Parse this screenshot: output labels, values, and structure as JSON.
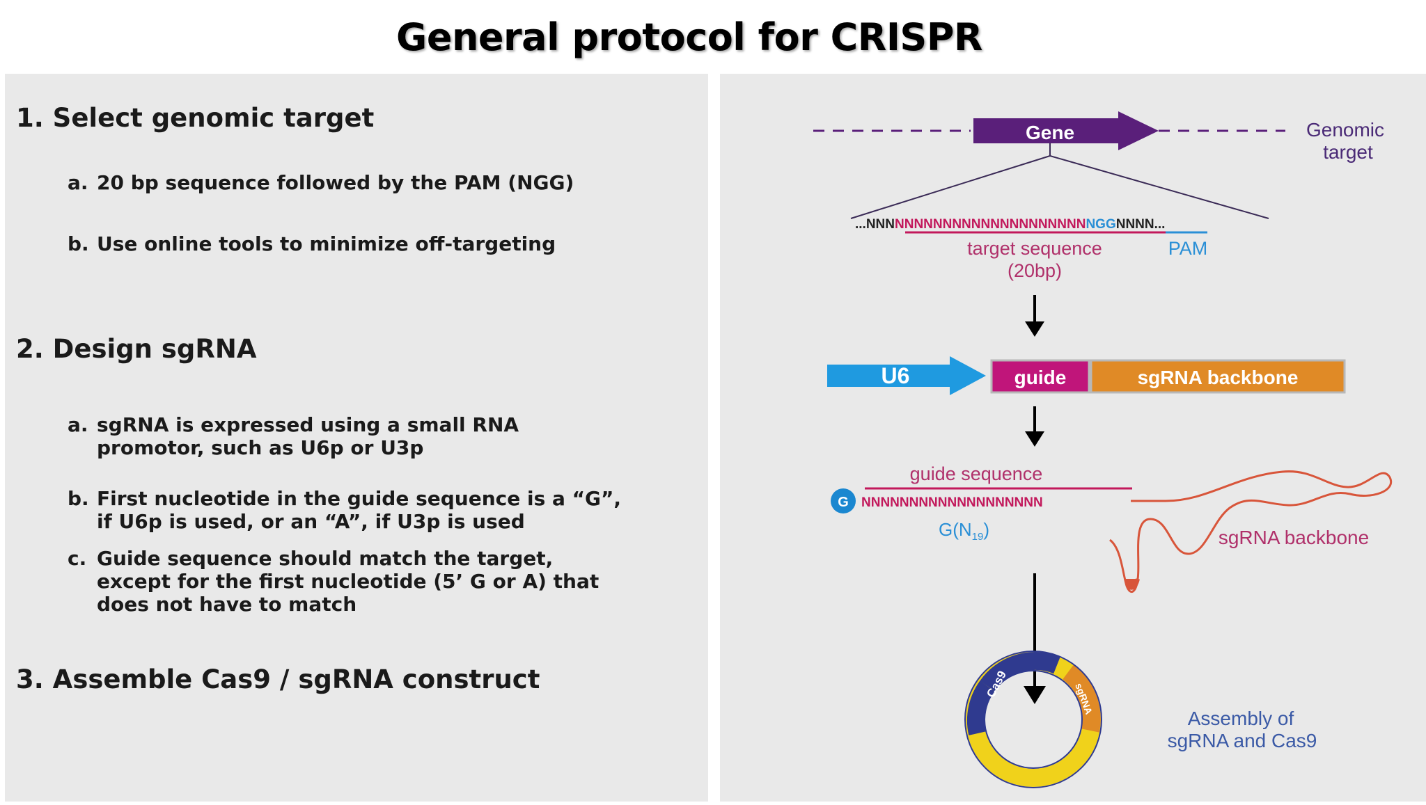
{
  "title": "General protocol for CRISPR",
  "steps": [
    {
      "heading": "1. Select genomic target",
      "items": [
        {
          "label": "a.",
          "lines": [
            "20 bp sequence followed by the PAM (NGG)"
          ]
        },
        {
          "label": "b.",
          "lines": [
            "Use online tools to minimize off-targeting"
          ]
        }
      ]
    },
    {
      "heading": "2. Design sgRNA",
      "items": [
        {
          "label": "a.",
          "lines": [
            "sgRNA is expressed using a small RNA",
            "promotor, such as U6p or U3p"
          ]
        },
        {
          "label": "b.",
          "lines": [
            "First nucleotide in the guide sequence is a “G”,",
            "if U6p is used, or an “A”, if U3p is used"
          ]
        },
        {
          "label": "c.",
          "lines": [
            "Guide sequence should match the target,",
            "except for the first nucleotide (5’ G or A) that",
            "does not have to match"
          ]
        }
      ]
    },
    {
      "heading": "3. Assemble Cas9 / sgRNA construct",
      "items": []
    }
  ],
  "diagram": {
    "gene_label": "Gene",
    "genomic_target": [
      "Genomic",
      "target"
    ],
    "seq_prefix": "...NNN",
    "seq_target": "NNNNNNNNNNNNNNNNNNNN",
    "seq_pam": "NGG",
    "seq_suffix": "NNNN...",
    "target_sequence_label": [
      "target sequence",
      "(20bp)"
    ],
    "pam_label": "PAM",
    "u6_label": "U6",
    "guide_label": "guide",
    "backbone_box_label": "sgRNA backbone",
    "guide_sequence_label": "guide sequence",
    "g_label": "G",
    "guide_seq": "NNNNNNNNNNNNNNNNNNN",
    "gn_label_main": "G(N",
    "gn_label_sub": "19",
    "gn_label_close": ")",
    "sgrna_backbone_label": "sgRNA backbone",
    "cas9_label": "Cas9",
    "sgrna_plasmid_label": "sgRNA",
    "assembly_label": [
      "Assembly of",
      "sgRNA and Cas9"
    ],
    "colors": {
      "gene": "#5a1f7a",
      "target": "#c2185b",
      "pam": "#2a8fd6",
      "u6": "#1f9ae0",
      "guide_box": "#c0157a",
      "backbone_box": "#e08a26",
      "g_circle": "#1a87d0",
      "backbone_line": "#d8553a",
      "plasmid_yellow": "#f0d21b",
      "plasmid_navy": "#2f3a8f",
      "assembly_text": "#3b5aa6"
    }
  }
}
